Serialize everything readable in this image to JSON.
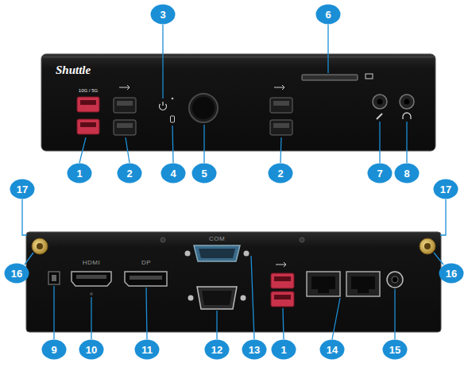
{
  "diagram": {
    "labels": [
      "Shuttle",
      "10G / 5G",
      "3",
      "6",
      "1",
      "2",
      "4",
      "5",
      "2",
      "7",
      "8",
      "17",
      "17",
      "COM",
      "16",
      "16",
      "HDMI",
      "DP",
      "9",
      "10",
      "11",
      "12",
      "13",
      "1",
      "14",
      "15"
    ]
  }
}
